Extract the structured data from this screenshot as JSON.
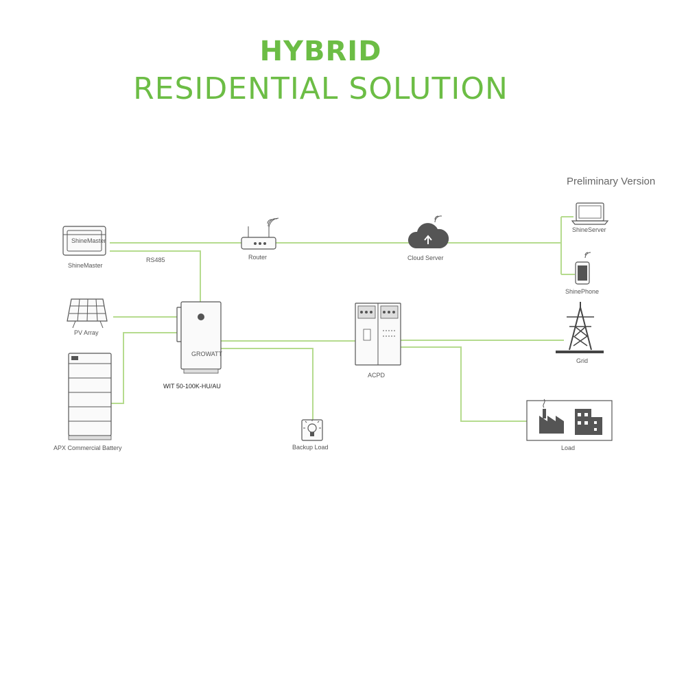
{
  "title": {
    "line1": "HYBRID",
    "line2": "RESIDENTIAL SOLUTION"
  },
  "note": "Preliminary Version",
  "colors": {
    "accent": "#6cbd45",
    "wire": "#b5db8e"
  },
  "labels": {
    "shinemaster": "ShineMaster",
    "shinemaster_device_text": "ShineMaster",
    "rs485": "RS485",
    "router": "Router",
    "cloud_server": "Cloud Server",
    "shineserver": "ShineServer",
    "shinephone": "ShinePhone",
    "pv_array": "PV Array",
    "inverter": "WIT 50-100K-HU/AU",
    "inverter_brand": "GROWATT",
    "acpd": "ACPD",
    "grid": "Grid",
    "battery": "APX Commercial Battery",
    "backup_load": "Backup Load",
    "load": "Load"
  },
  "icons": [
    "controller-icon",
    "router-icon",
    "cloud-icon",
    "laptop-icon",
    "phone-icon",
    "solar-panel-icon",
    "inverter-icon",
    "cabinet-icon",
    "pylon-icon",
    "battery-icon",
    "bulb-icon",
    "factory-icon"
  ]
}
